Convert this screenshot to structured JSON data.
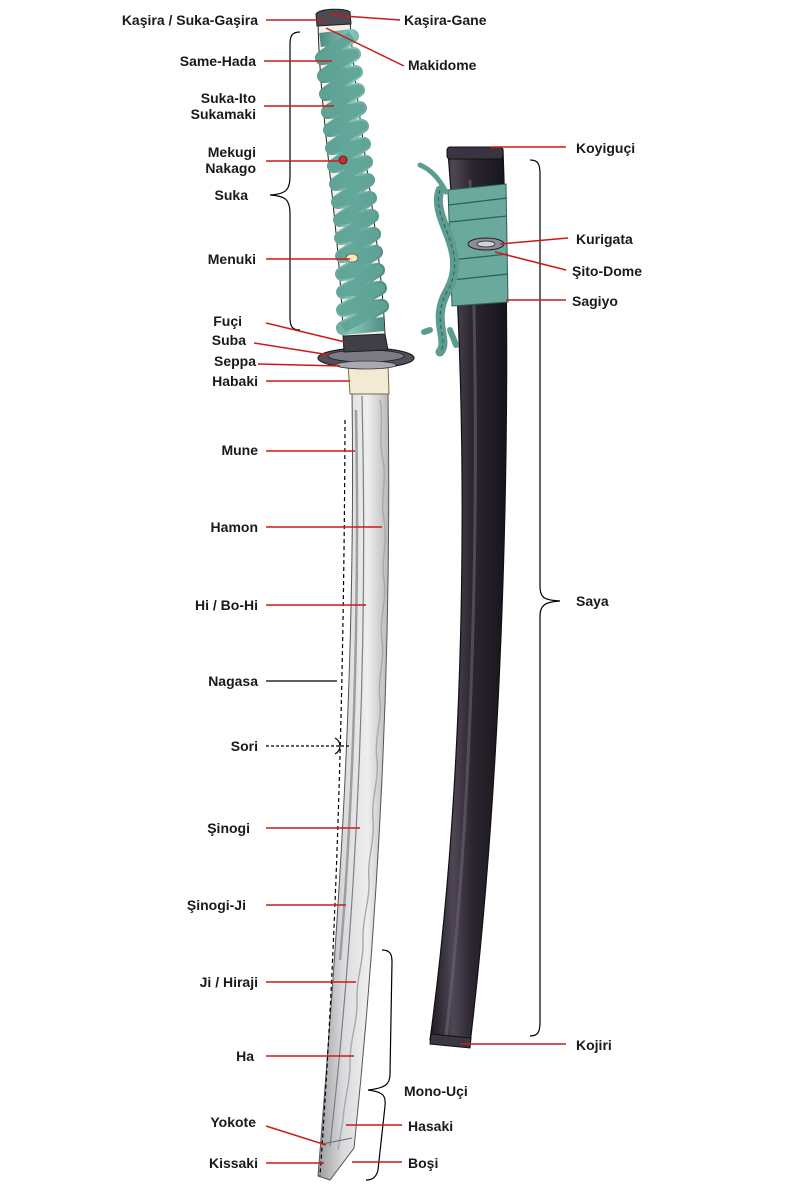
{
  "colors": {
    "leader": "#cc1a1a",
    "measure": "#000000",
    "ito": "#6fb3a6",
    "ito_dark": "#3e7a70",
    "saya": "#2a2530",
    "saya_highlight": "#5a5260",
    "blade": "#d8d9db",
    "blade_edge": "#f2f2f2",
    "habaki": "#f4ecd8"
  },
  "labels": {
    "kashira": "Kaşira / Suka-Gaşira",
    "kashira_gane": "Kaşira-Gane",
    "makidome": "Makidome",
    "same_hada": "Same-Hada",
    "suka_ito": "Suka-Ito",
    "sukamaki": "Sukamaki",
    "mekugi": "Mekugi",
    "nakago": "Nakago",
    "suka": "Suka",
    "menuki": "Menuki",
    "fuchi": "Fuçi",
    "suba": "Suba",
    "seppa": "Seppa",
    "habaki": "Habaki",
    "mune": "Mune",
    "hamon": "Hamon",
    "hi": "Hi / Bo-Hi",
    "nagasa": "Nagasa",
    "sori": "Sori",
    "shinogi": "Şinogi",
    "shinogi_ji": "Şinogi-Ji",
    "ji": "Ji / Hiraji",
    "ha": "Ha",
    "yokote": "Yokote",
    "kissaki": "Kissaki",
    "koiguchi": "Koyiguçi",
    "kurigata": "Kurigata",
    "shitodome": "Şito-Dome",
    "sagiyo": "Sagiyo",
    "saya": "Saya",
    "kojiri": "Kojiri",
    "mono_uchi": "Mono-Uçi",
    "hasaki": "Hasaki",
    "boshi": "Boşi"
  }
}
